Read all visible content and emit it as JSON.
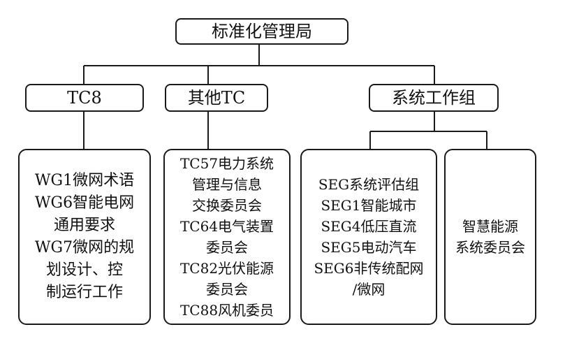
{
  "root": {
    "label": "标准化管理局"
  },
  "level2": [
    {
      "id": "tc8",
      "label": "TC8"
    },
    {
      "id": "other",
      "label": "其他TC"
    },
    {
      "id": "seg",
      "label": "系统工作组"
    }
  ],
  "tc8_box": {
    "lines": [
      "WG1微网术语",
      "WG6智能电网",
      "通用要求",
      "WG7微网的规",
      "划设计、控",
      "制运行工作"
    ]
  },
  "other_box": {
    "lines": [
      "TC57电力系统",
      "管理与信息",
      "交换委员会",
      "TC64电气装置",
      "委员会",
      "TC82光伏能源",
      "委员会",
      "TC88风机委员"
    ]
  },
  "seg_box": {
    "lines": [
      "SEG系统评估组",
      "SEG1智能城市",
      "SEG4低压直流",
      "SEG5电动汽车",
      "SEG6非传统配网",
      "/微网"
    ]
  },
  "energy_box": {
    "lines": [
      "智慧能源",
      "系统委员会"
    ]
  }
}
